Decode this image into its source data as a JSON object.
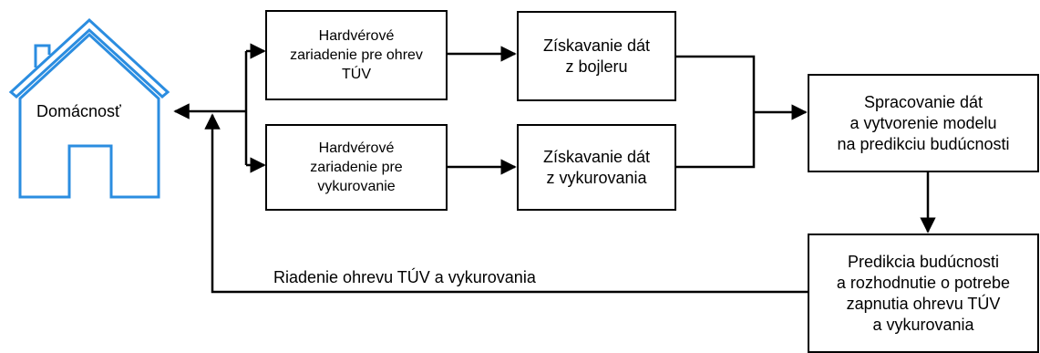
{
  "nodes": {
    "home": {
      "label": "Domácnosť"
    },
    "hw_water": {
      "label": "Hardvérové\nzariadenie pre ohrev\nTÚV"
    },
    "hw_heating": {
      "label": "Hardvérové\nzariadenie pre\nvykurovanie"
    },
    "data_boiler": {
      "label": "Získavanie dát\nz bojleru"
    },
    "data_heating": {
      "label": "Získavanie dát\nz vykurovania"
    },
    "processing": {
      "label": "Spracovanie dát\na vytvorenie modelu\nna predikciu budúcnosti"
    },
    "prediction": {
      "label": "Predikcia budúcnosti\na rozhodnutie o potrebe\nzapnutia ohrevu TÚV\na vykurovania"
    }
  },
  "edges": {
    "control_label": "Riadenie ohrevu TÚV a vykurovania"
  },
  "colors": {
    "house": "#2b8de0",
    "line": "#000000"
  }
}
